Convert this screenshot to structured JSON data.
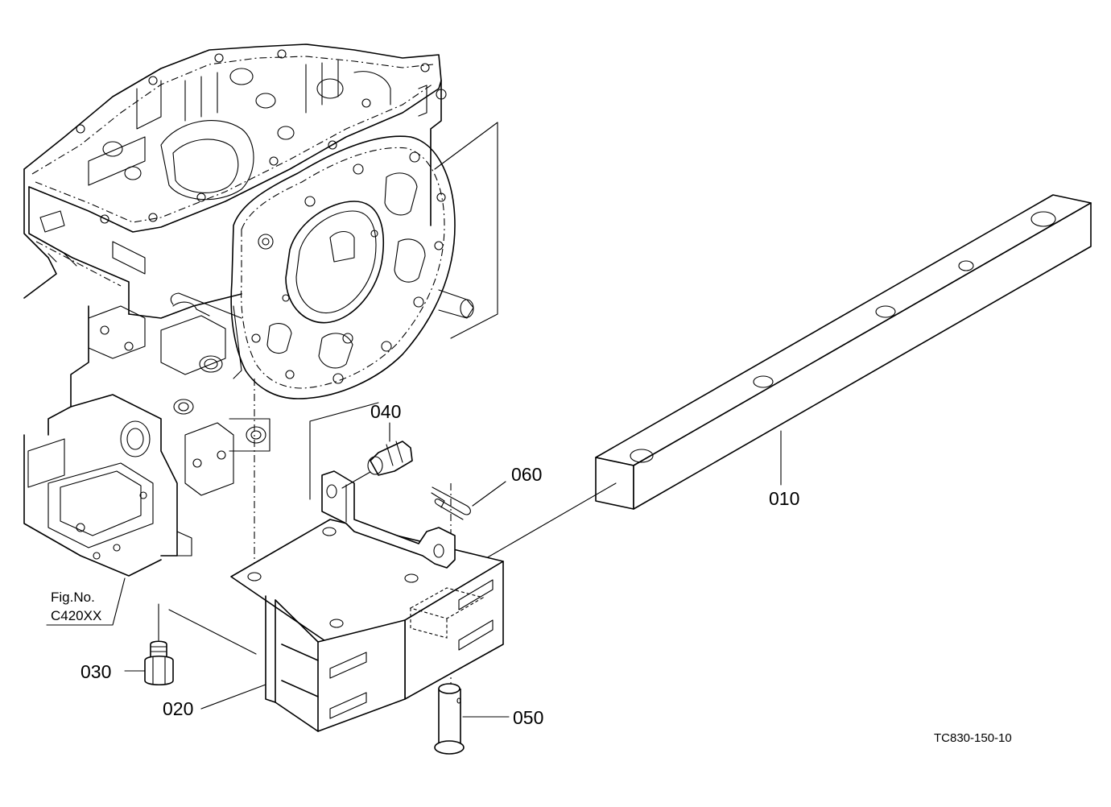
{
  "callouts": {
    "part_010": "010",
    "part_020": "020",
    "part_030": "030",
    "part_040": "040",
    "part_050": "050",
    "part_060": "060"
  },
  "reference": {
    "fig_line1": "Fig.No.",
    "fig_line2": "C420XX"
  },
  "drawing_code": "TC830-150-10"
}
